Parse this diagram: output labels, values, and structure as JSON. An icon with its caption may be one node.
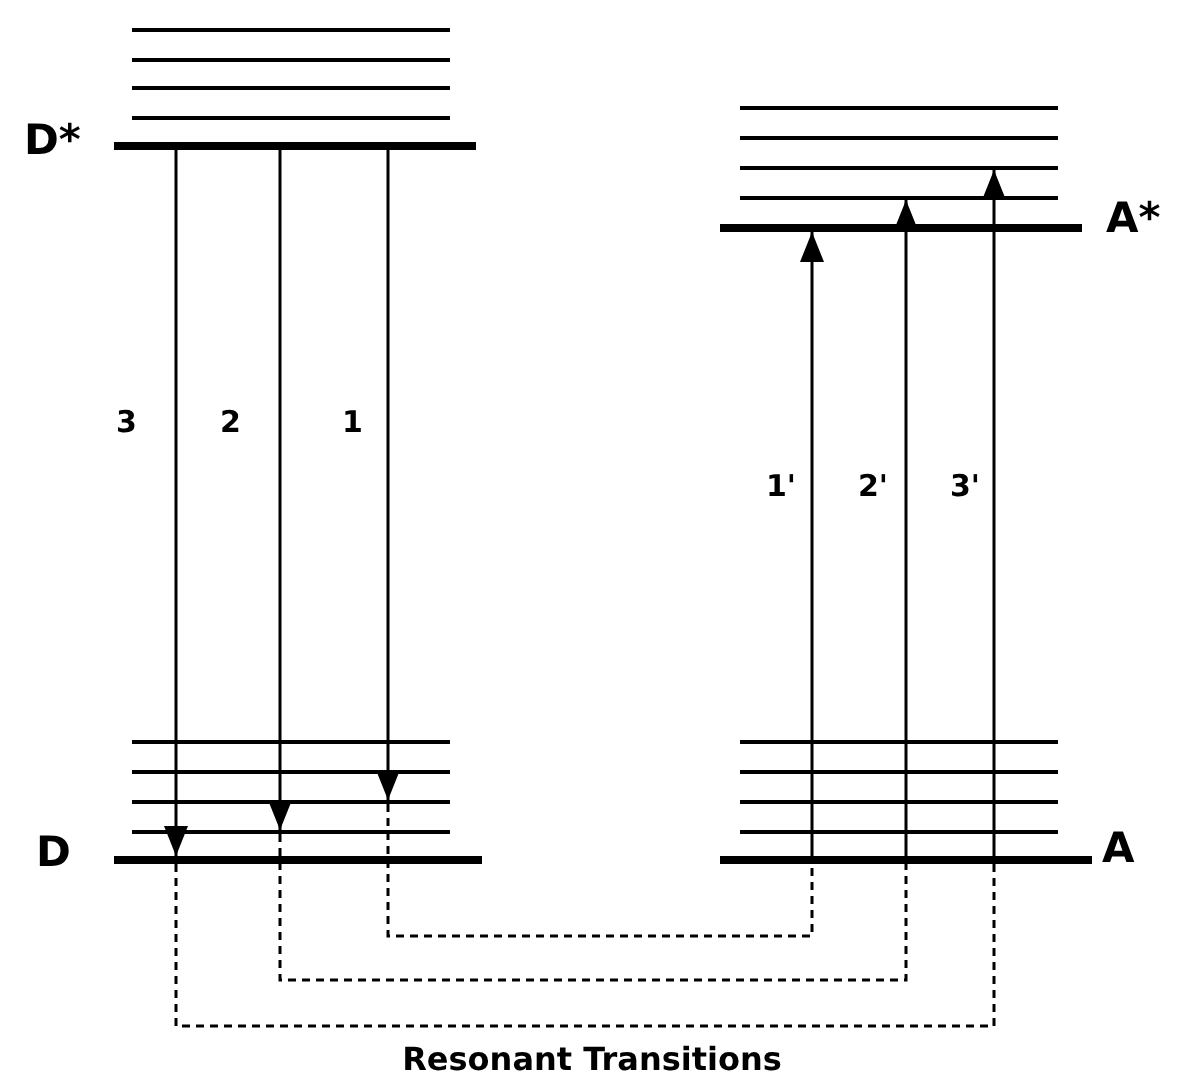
{
  "diagram": {
    "nodes": [
      {
        "text": [],
        "shape": "bar"
      },
      {
        "text": [],
        "shape": "bar"
      },
      {
        "text": [],
        "shape": "bar"
      },
      {
        "text": [],
        "shape": "bar"
      },
      {
        "text": [],
        "shape": "bar",
        "beside": [
          "D*"
        ]
      },
      {
        "text": [],
        "shape": "bar"
      },
      {
        "text": [],
        "shape": "bar"
      },
      {
        "text": [],
        "shape": "bar"
      },
      {
        "text": [],
        "shape": "bar"
      },
      {
        "text": [],
        "shape": "bar",
        "beside": [
          "A*"
        ]
      },
      {
        "text": [],
        "shape": "bar"
      },
      {
        "text": [],
        "shape": "bar"
      },
      {
        "text": [],
        "shape": "bar"
      },
      {
        "text": [],
        "shape": "bar"
      },
      {
        "text": [],
        "shape": "bar",
        "beside": [
          "D"
        ]
      },
      {
        "text": [],
        "shape": "bar"
      },
      {
        "text": [],
        "shape": "bar"
      },
      {
        "text": [],
        "shape": "bar"
      },
      {
        "text": [],
        "shape": "bar"
      },
      {
        "text": [],
        "shape": "bar",
        "beside": [
          "A"
        ]
      }
    ],
    "edges": [
      {
        "from": 4,
        "to": 14,
        "arrow": "to",
        "label": "3"
      },
      {
        "from": 4,
        "to": 13,
        "arrow": "to",
        "label": "2"
      },
      {
        "from": 4,
        "to": 12,
        "arrow": "to",
        "label": "1"
      },
      {
        "from": 19,
        "to": 9,
        "arrow": "to",
        "label": "1'"
      },
      {
        "from": 19,
        "to": 8,
        "arrow": "to",
        "label": "2'"
      },
      {
        "from": 19,
        "to": 7,
        "arrow": "to",
        "label": "3'"
      },
      {
        "from": 12,
        "to": 19,
        "arrow": "none",
        "style": "dashed"
      },
      {
        "from": 13,
        "to": 19,
        "arrow": "none",
        "style": "dashed"
      },
      {
        "from": 14,
        "to": 19,
        "arrow": "none",
        "style": "dashed"
      }
    ],
    "labels": [
      "Resonant Transitions"
    ]
  }
}
